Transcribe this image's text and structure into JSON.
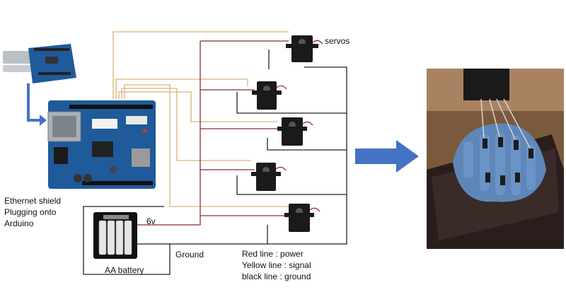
{
  "labels": {
    "servos": "servos",
    "ethernet_shield": [
      "Ethernet shield",
      "Plugging onto",
      "Arduino"
    ],
    "voltage": "6v",
    "ground": "Ground",
    "battery": "AA battery",
    "legend": [
      "Red line : power",
      "Yellow line : signal",
      "black line : ground"
    ]
  },
  "colors": {
    "power": "#8b2e2e",
    "signal": "#d9b27a",
    "ground": "#222222",
    "arrow": "#4472c4",
    "board": "#1f5a9a",
    "servo": "#1a1a1a"
  },
  "icons": {
    "servo": "servo-motor-icon",
    "board": "arduino-board-icon",
    "battery": "aa-battery-pack-icon",
    "arrow": "arrow-right-icon",
    "photo": "robotic-glove-photo"
  }
}
